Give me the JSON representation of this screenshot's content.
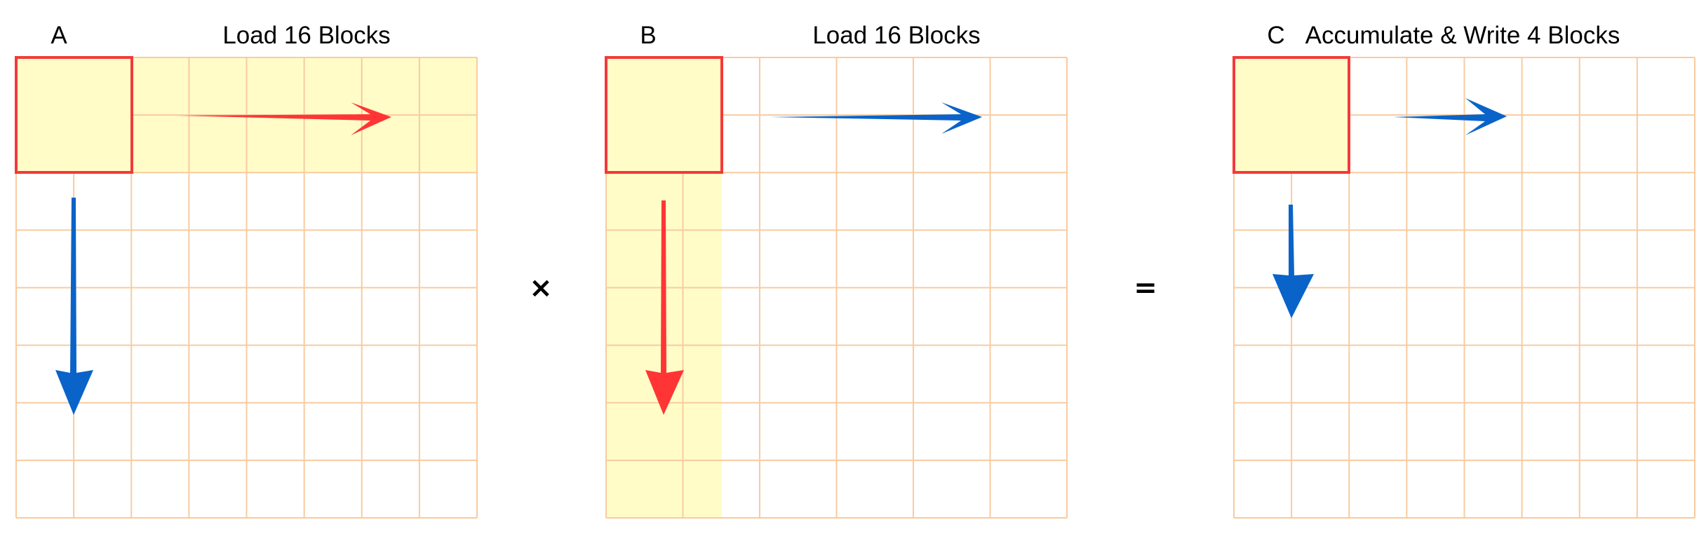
{
  "colors": {
    "grid_line": "#f8cba0",
    "fill_yellow": "#fffcc8",
    "highlight_red": "#f23a3a",
    "arrow_red": "#ff3535",
    "arrow_blue": "#0a63c9"
  },
  "matrix_a": {
    "name": "A",
    "caption": "Load 16 Blocks",
    "grid_size": 8,
    "highlight": "tile-row"
  },
  "matrix_b": {
    "name": "B",
    "caption": "Load 16 Blocks",
    "grid_size": 6,
    "highlight": "tile-column"
  },
  "matrix_c": {
    "name": "C",
    "caption": "Accumulate & Write 4 Blocks",
    "grid_size": 8,
    "highlight": "tile"
  },
  "operators": {
    "multiply": "×",
    "equals": "="
  }
}
